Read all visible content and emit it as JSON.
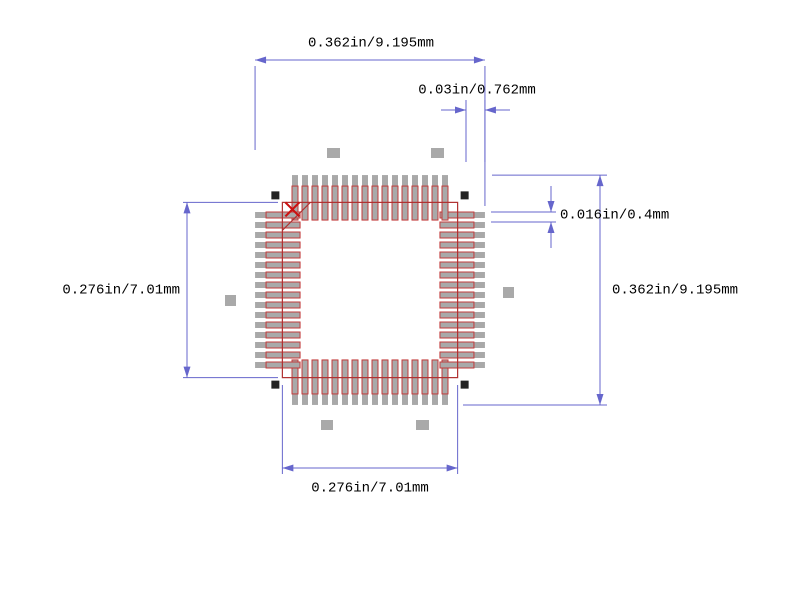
{
  "drawing": {
    "labels": {
      "dim_top_span": "0.362in/9.195mm",
      "dim_pad_offset": "0.03in/0.762mm",
      "dim_pitch": "0.016in/0.4mm",
      "dim_right_span": "0.362in/9.195mm",
      "dim_left_body": "0.276in/7.01mm",
      "dim_bottom_body": "0.276in/7.01mm"
    },
    "colors": {
      "dimension_line": "#6666cc",
      "pad_fill": "#a9a9a9",
      "pad_outline": "#c23b3b",
      "body_outline": "#b03030",
      "pin1_mark": "#cc1111",
      "corner_mark": "#222222",
      "text": "#000000",
      "background": "#ffffff"
    },
    "footprint": {
      "pins_per_side": 16,
      "pitch_mm": 0.4,
      "pad_width_mm": 0.24,
      "pad_length_mm": 1.8,
      "body_mm": 7.01,
      "span_mm": 9.195
    }
  }
}
